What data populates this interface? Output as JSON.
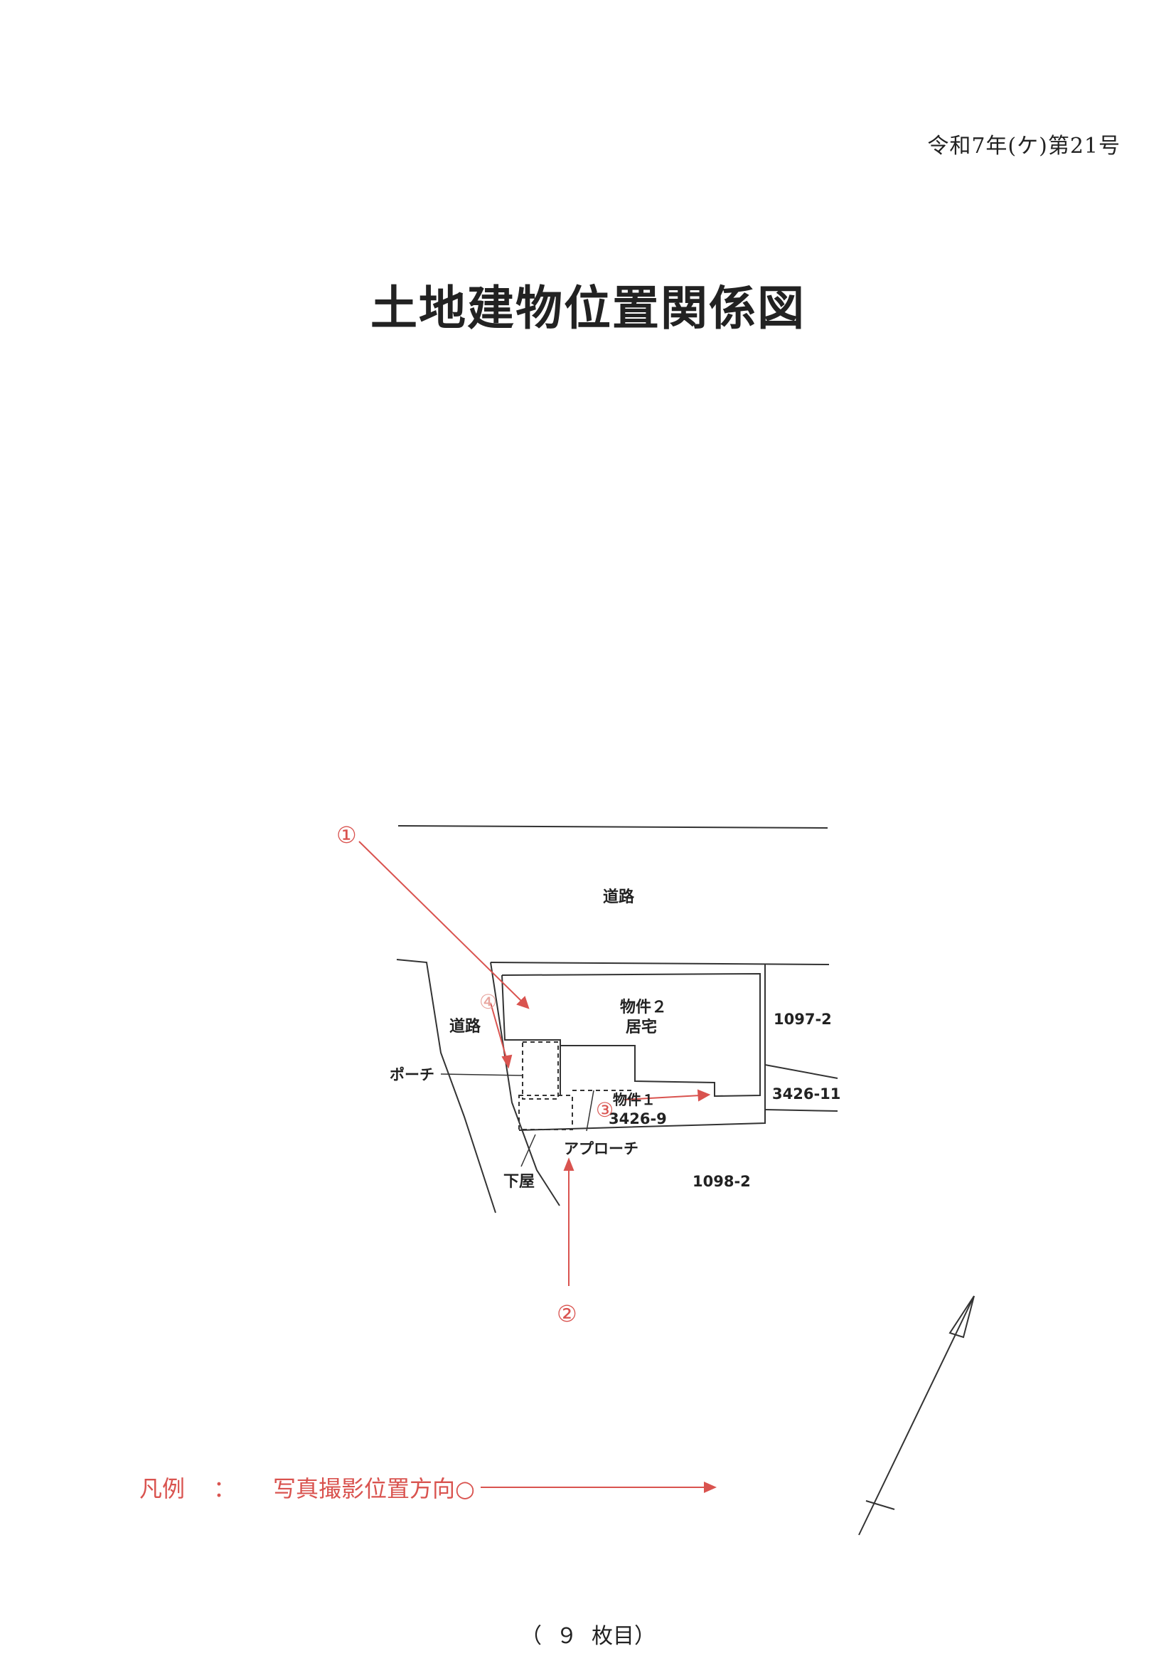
{
  "header": {
    "case_number": "令和7年(ケ)第21号"
  },
  "title": "土地建物位置関係図",
  "map": {
    "road_top": "道路",
    "road_left": "道路",
    "property2_line1": "物件２",
    "property2_line2": "居宅",
    "property1": "物件１",
    "lot_3426_9": "3426-9",
    "lot_1097_2": "1097-2",
    "lot_3426_11": "3426-11",
    "lot_1098_2": "1098-2",
    "porch": "ポーチ",
    "approach": "アプローチ",
    "lower_roof": "下屋",
    "markers": [
      "①",
      "②",
      "③",
      "④"
    ]
  },
  "legend": {
    "label": "凡例",
    "separator": "：",
    "description": "写真撮影位置方向○",
    "color": "#d9534f"
  },
  "footer": {
    "open": "（",
    "page": "９",
    "close": "枚目）"
  }
}
